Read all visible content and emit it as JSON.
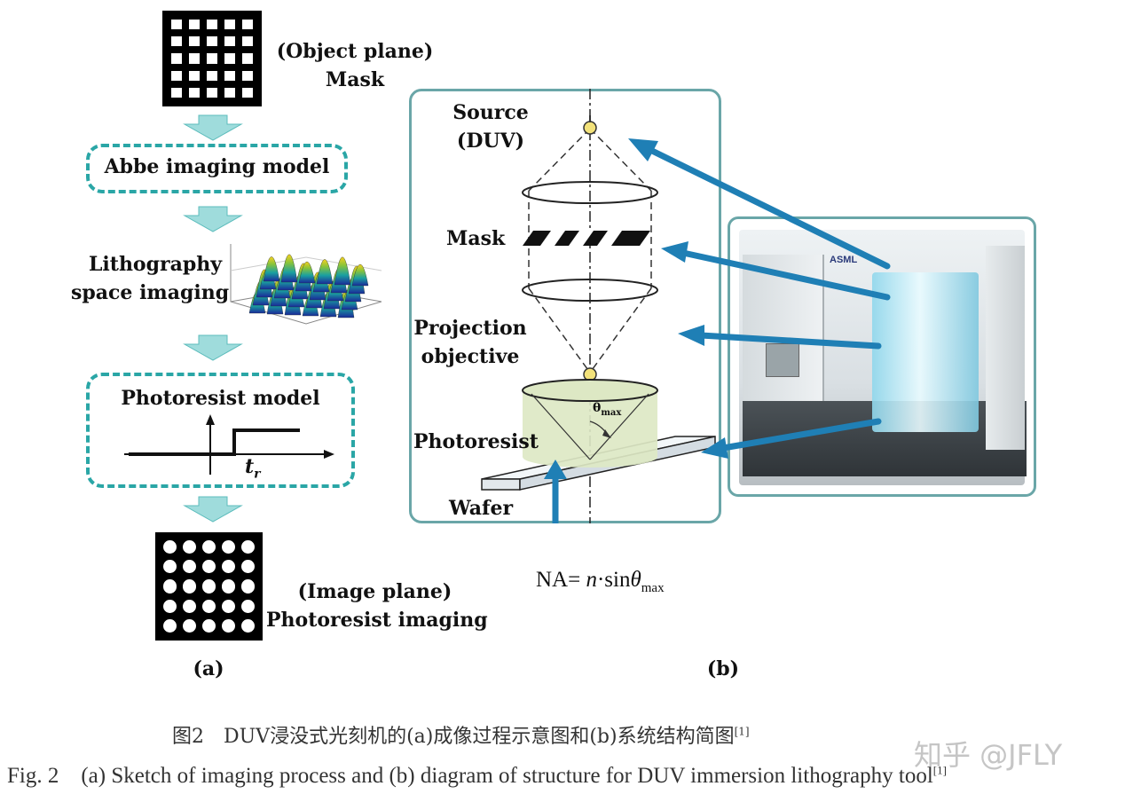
{
  "panel_a": {
    "mask_label_line1": "(Object plane)",
    "mask_label_line2": "Mask",
    "abbe_model": "Abbe imaging model",
    "lith_line1": "Lithography",
    "lith_line2": "space imaging",
    "photoresist_model": "Photoresist model",
    "tr_label": "t",
    "tr_sub": "r",
    "image_line1": "(Image plane)",
    "image_line2": "Photoresist imaging",
    "caption": "(a)"
  },
  "panel_b": {
    "source_line1": "Source",
    "source_line2": "(DUV)",
    "mask": "Mask",
    "projection_line1": "Projection",
    "projection_line2": "objective",
    "photoresist": "Photoresist",
    "wafer": "Wafer",
    "theta_label": "θ",
    "theta_sub": "max",
    "na_prefix": "NA=",
    "na_n": "n",
    "na_mid": "·sin",
    "na_theta": "θ",
    "na_sub": "max",
    "machine_brand": "ASML",
    "caption": "(b)"
  },
  "figure_caption": {
    "zh": "图2　DUV浸没式光刻机的(a)成像过程示意图和(b)系统结构简图",
    "zh_ref": "[1]",
    "en": "Fig. 2　(a) Sketch of imaging process and (b) diagram of structure for DUV immersion lithography tool",
    "en_ref": "[1]"
  },
  "watermark": "知乎 @JFLY",
  "colors": {
    "teal": "#2aa6a6",
    "arrow_light": "#9fdcdc",
    "blue_arrow": "#1f7fb5",
    "resist": "#dde8c4"
  }
}
